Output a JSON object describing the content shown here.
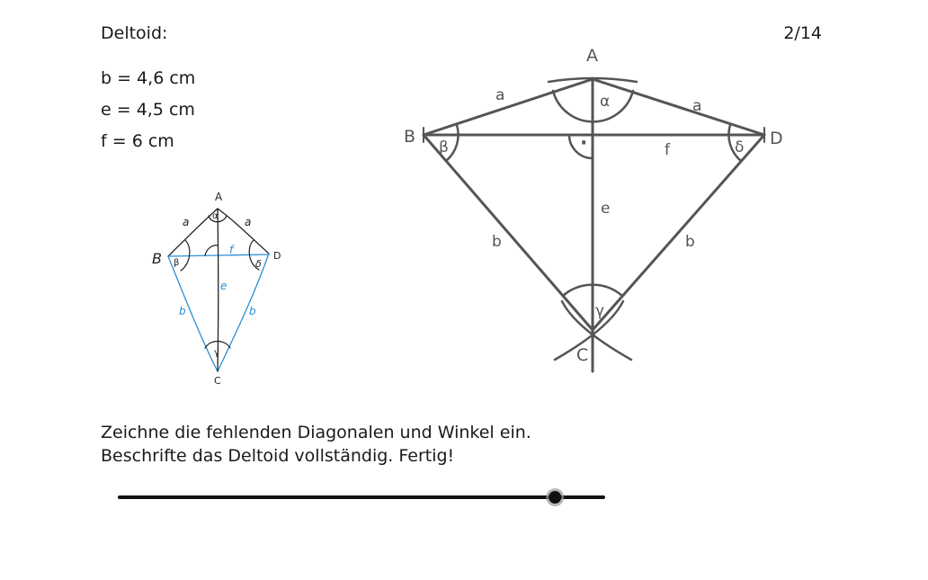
{
  "header": {
    "title": "Deltoid:",
    "page_counter": "2/14"
  },
  "given": [
    {
      "text": "b = 4,6 cm"
    },
    {
      "text": "e = 4,5 cm"
    },
    {
      "text": "f = 6 cm"
    }
  ],
  "sketch": {
    "vertices": {
      "A": "A",
      "B": "B",
      "C": "C",
      "D": "D"
    },
    "sides": {
      "a_left": "a",
      "a_right": "a",
      "b_left": "b",
      "b_right": "b"
    },
    "diagonals": {
      "e": "e",
      "f": "f"
    },
    "angles": {
      "alpha": "α",
      "beta": "β",
      "gamma": "γ",
      "delta": "δ"
    }
  },
  "construction": {
    "vertices": {
      "A": "A",
      "B": "B",
      "C": "C",
      "D": "D"
    },
    "sides": {
      "a_left": "a",
      "a_right": "a",
      "b_left": "b",
      "b_right": "b"
    },
    "diagonals": {
      "e": "e",
      "f": "f"
    },
    "angles": {
      "alpha": "α",
      "beta": "β",
      "gamma": "γ",
      "delta": "δ"
    },
    "right_angle_dot": "·"
  },
  "instructions": {
    "line1": "Zeichne die fehlenden Diagonalen und Winkel ein.",
    "line2": "Beschrifte das Deltoid vollständig. Fertig!"
  },
  "slider": {
    "value": 0.9
  },
  "colors": {
    "construction": "#555555",
    "sketch_blue": "#2b8fd6",
    "text": "#1a1a1a"
  }
}
